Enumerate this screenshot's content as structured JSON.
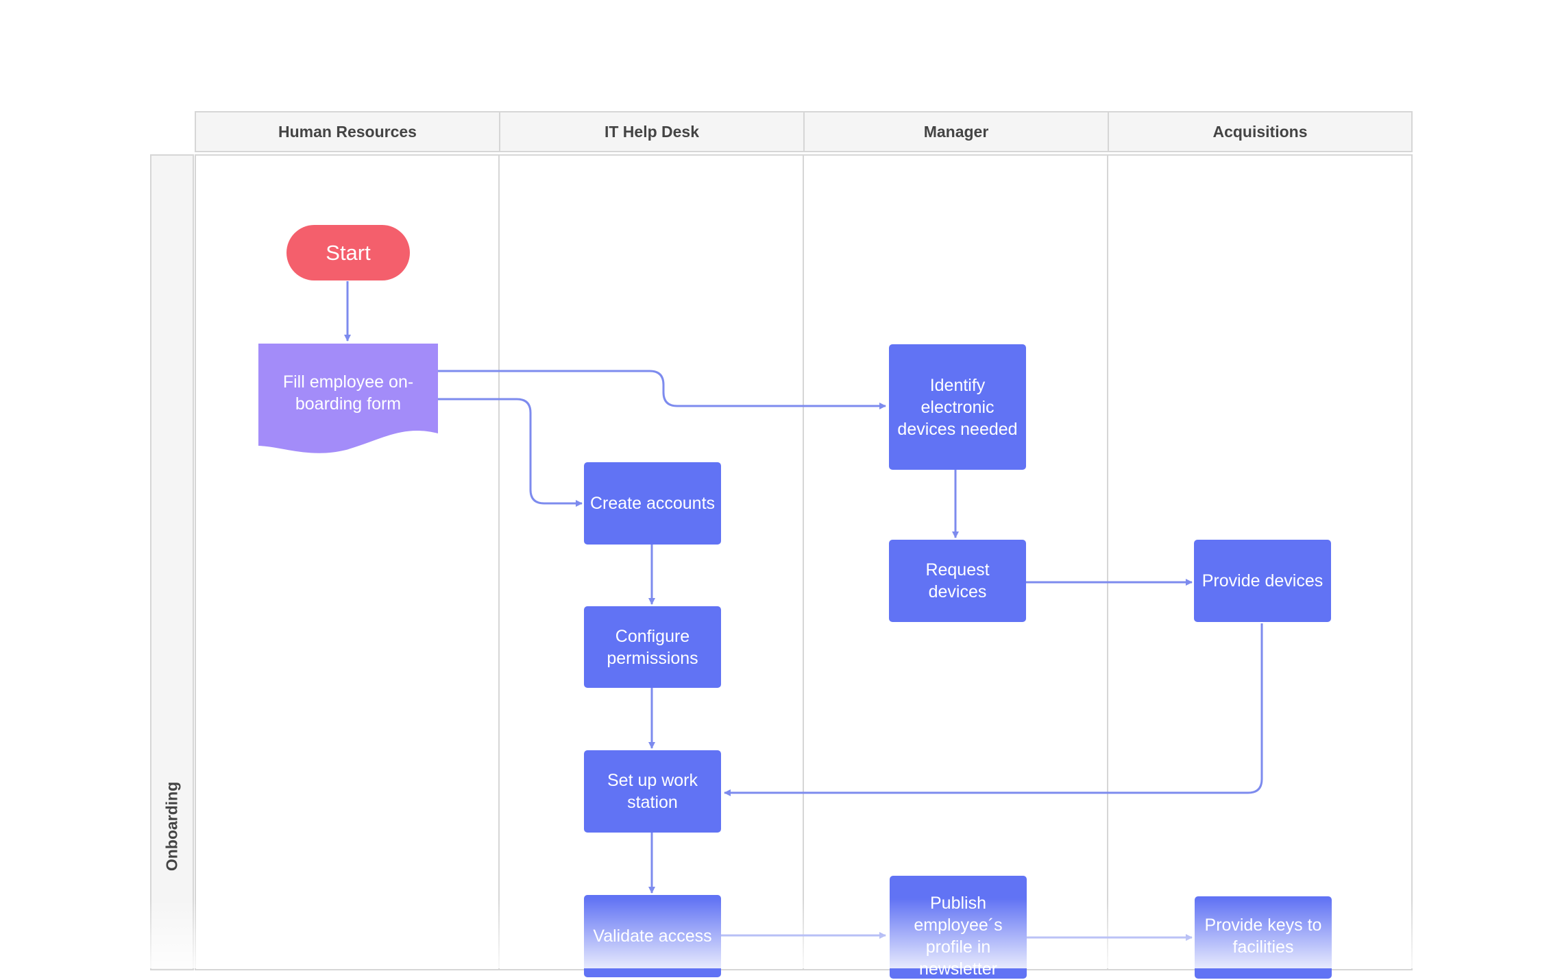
{
  "columns": [
    "Human Resources",
    "IT Help Desk",
    "Manager",
    "Acquisitions"
  ],
  "lane": {
    "label": "Onboarding"
  },
  "nodes": {
    "start": "Start",
    "fill_form": "Fill employee on-\nboarding form",
    "identify_devices": "Identify electronic devices needed",
    "create_accounts": "Create accounts",
    "request_devices": "Request devices",
    "provide_devices": "Provide devices",
    "configure_permissions": "Configure permissions",
    "setup_workstation": "Set up work station",
    "validate_access": "Validate access",
    "publish_profile": "Publish employee´s profile in newsletter",
    "provide_keys": "Provide keys to facilities"
  },
  "colors": {
    "process": "#6173f4",
    "document": "#a38cf9",
    "start": "#f45f6c",
    "connector": "#7d8bee",
    "header_bg": "#f5f5f5",
    "border": "#d6d6d6"
  }
}
